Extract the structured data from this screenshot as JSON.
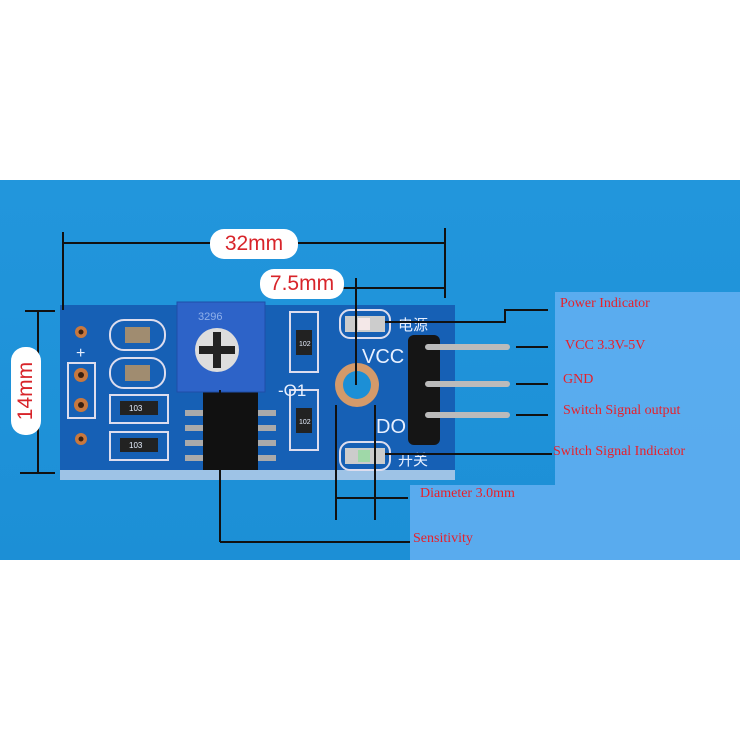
{
  "dimensions": {
    "width": "32mm",
    "hole_spacing": "7.5mm",
    "height": "14mm"
  },
  "callouts": {
    "power_indicator": "Power Indicator",
    "vcc": "VCC 3.3V-5V",
    "gnd": "GND",
    "switch_output": "Switch Signal output",
    "switch_indicator": "Switch Signal Indicator",
    "diameter": "Diameter 3.0mm",
    "sensitivity": "Sensitivity"
  },
  "board_silkscreen": {
    "power_cn": "电源",
    "vcc": "VCC",
    "do": "DO",
    "switch_cn": "开关",
    "o1": "-O1",
    "res1": "103",
    "res2": "103",
    "res3": "102",
    "res4": "102",
    "pot": "3296",
    "plus": "+",
    "minus": "-"
  },
  "colors": {
    "background": "#1e92d8",
    "pcb": "#1565b8",
    "annotation": "#e8202a"
  }
}
